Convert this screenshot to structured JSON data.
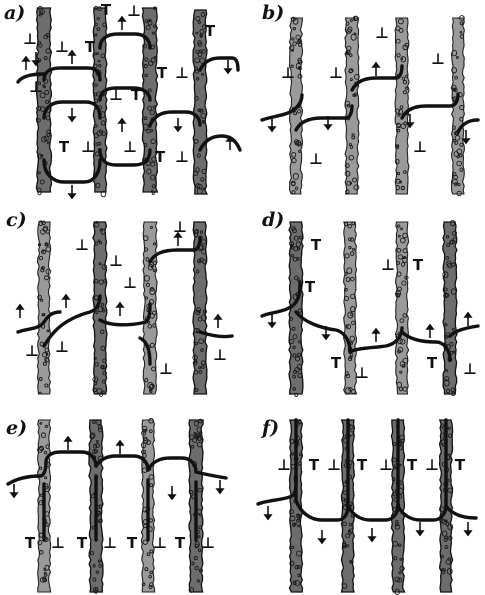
{
  "panels": [
    {
      "id": "a",
      "label": "a)"
    },
    {
      "id": "b",
      "label": "b)"
    },
    {
      "id": "c",
      "label": "c)"
    },
    {
      "id": "d",
      "label": "d)"
    },
    {
      "id": "e",
      "label": "e)"
    },
    {
      "id": "f",
      "label": "f)"
    }
  ],
  "symbols": {
    "dislocation_down": "⊥",
    "dislocation_up": "T"
  }
}
